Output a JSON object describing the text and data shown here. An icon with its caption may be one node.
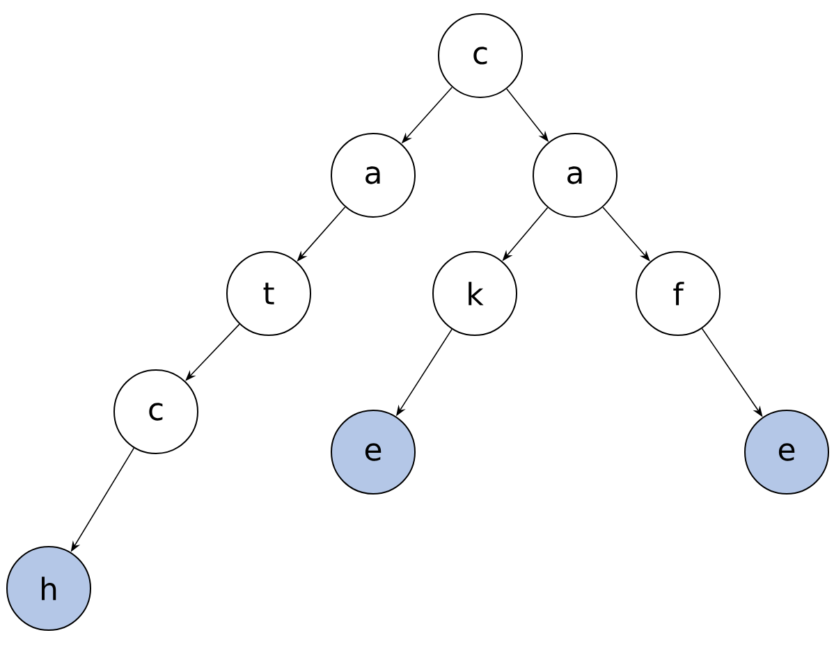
{
  "diagram": {
    "nodes": [
      {
        "text": [
          "c"
        ]
      },
      {
        "text": [
          "a"
        ]
      },
      {
        "text": [
          "a"
        ]
      },
      {
        "text": [
          "t"
        ]
      },
      {
        "text": [
          "k"
        ]
      },
      {
        "text": [
          "f"
        ]
      },
      {
        "text": [
          "c"
        ]
      },
      {
        "text": [
          "e"
        ]
      },
      {
        "text": [
          "e"
        ]
      },
      {
        "text": [
          "h"
        ]
      }
    ],
    "edges": [
      {
        "from": 0,
        "to": 1,
        "arrow": "to"
      },
      {
        "from": 0,
        "to": 2,
        "arrow": "to"
      },
      {
        "from": 1,
        "to": 3,
        "arrow": "to"
      },
      {
        "from": 2,
        "to": 4,
        "arrow": "to"
      },
      {
        "from": 2,
        "to": 5,
        "arrow": "to"
      },
      {
        "from": 3,
        "to": 6,
        "arrow": "to"
      },
      {
        "from": 4,
        "to": 7,
        "arrow": "to"
      },
      {
        "from": 5,
        "to": 8,
        "arrow": "to"
      },
      {
        "from": 6,
        "to": 9,
        "arrow": "to"
      }
    ]
  }
}
